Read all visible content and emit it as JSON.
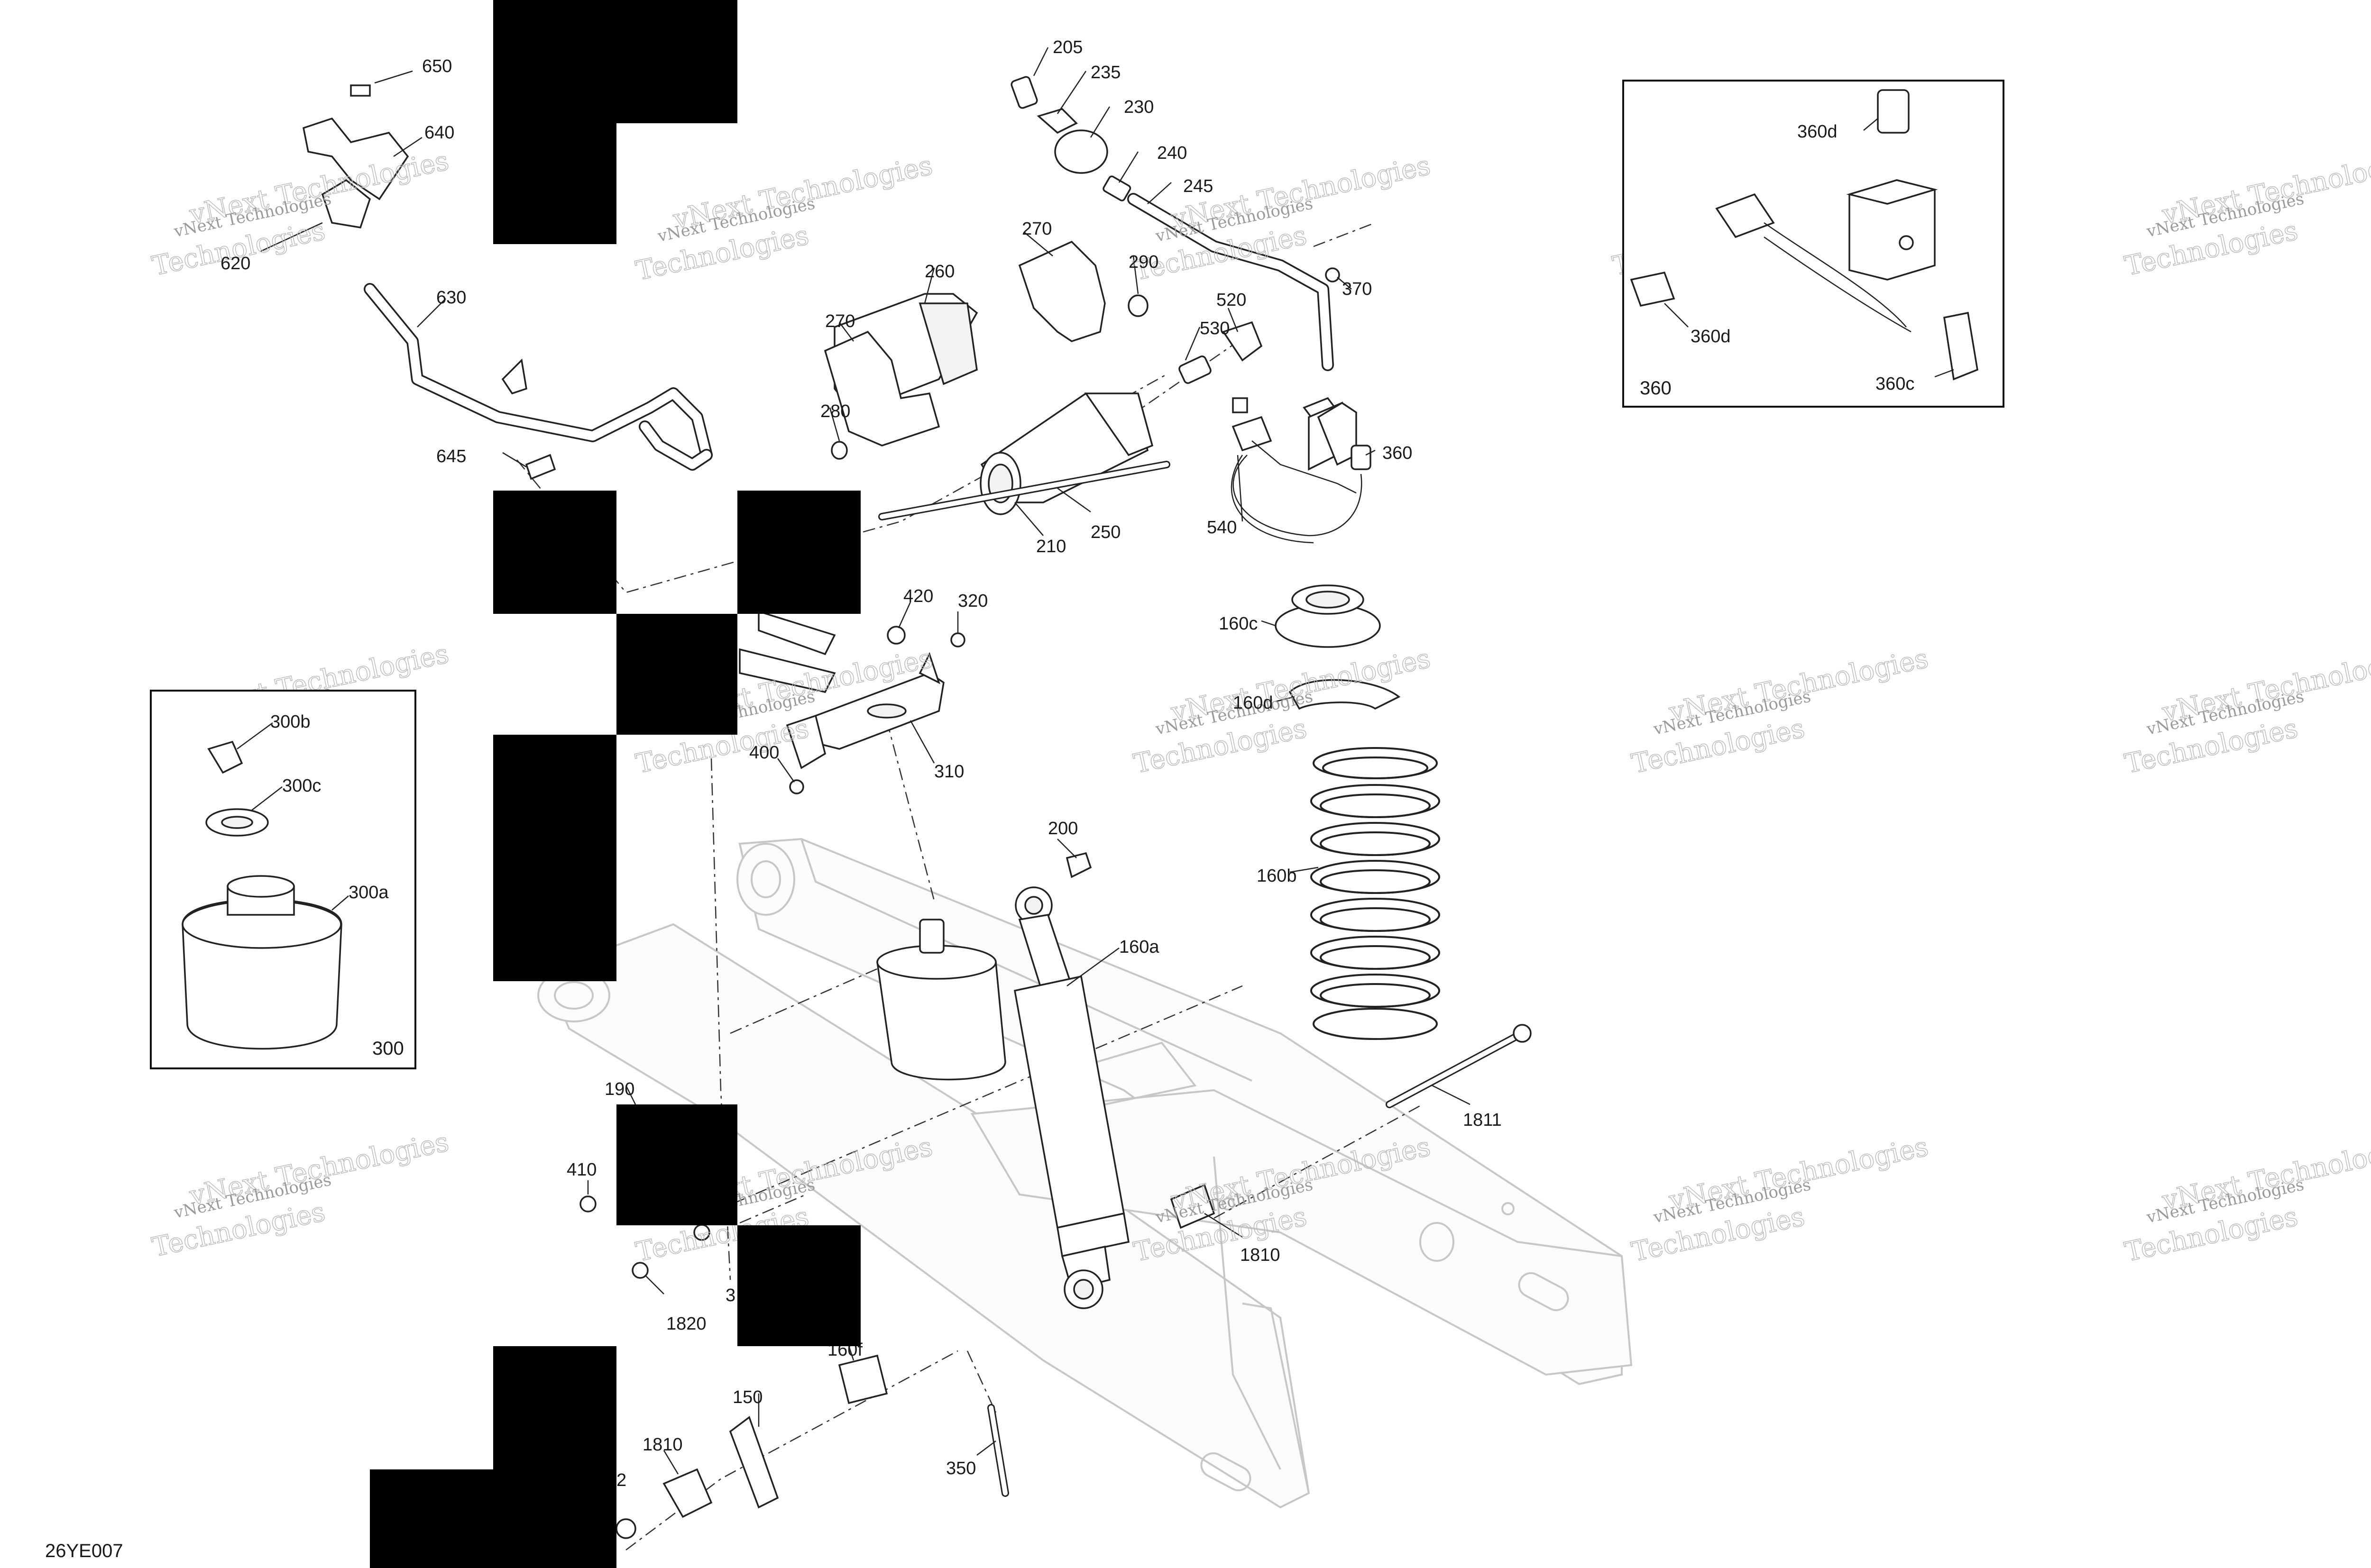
{
  "diagram_code": "26YE007",
  "watermark": {
    "line1": "vNext Technologies",
    "line2": "Technologies"
  },
  "callouts": {
    "c650": "650",
    "c640": "640",
    "c620": "620",
    "c630": "630",
    "c645": "645",
    "c205": "205",
    "c235": "235",
    "c230": "230",
    "c240": "240",
    "c245": "245",
    "c270a": "270",
    "c270b": "270",
    "c260": "260",
    "c290": "290",
    "c280": "280",
    "c530": "530",
    "c520": "520",
    "c370": "370",
    "c360": "360",
    "c540": "540",
    "c210": "210",
    "c250": "250",
    "c420": "420",
    "c320": "320",
    "c400": "400",
    "c310": "310",
    "c160c": "160c",
    "c160d": "160d",
    "c160b": "160b",
    "c160a": "160a",
    "c200": "200",
    "c1811": "1811",
    "c1810a": "1810",
    "c1810b": "1810",
    "c190": "190",
    "c410": "410",
    "c1820": "1820",
    "c3x": "3",
    "c160f": "160f",
    "c150": "150",
    "c350": "350",
    "c2x": "2"
  },
  "inset_300": {
    "ref": "300",
    "c300b": "300b",
    "c300c": "300c",
    "c300a": "300a"
  },
  "inset_360": {
    "ref": "360",
    "c360d_top": "360d",
    "c360d_left": "360d",
    "c360c": "360c"
  }
}
